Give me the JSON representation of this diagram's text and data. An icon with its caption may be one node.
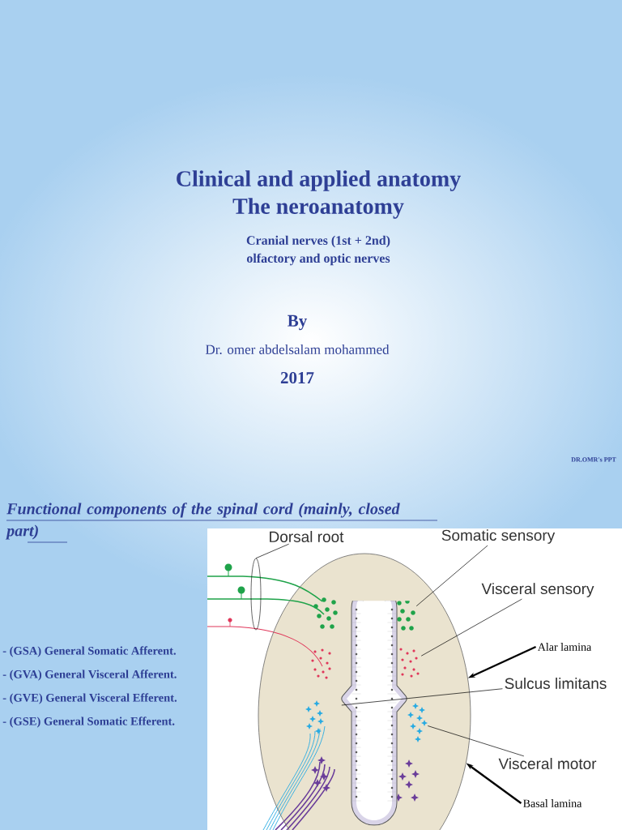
{
  "diagram": {
    "title": "Clinical and applied anatomy The neroanatomy",
    "nodes": [
      {
        "text": [
          "Dorsal root"
        ]
      },
      {
        "text": [
          "Somatic sensory"
        ]
      },
      {
        "text": [
          "Visceral sensory"
        ]
      },
      {
        "text": [
          "Alar lamina"
        ]
      },
      {
        "text": [
          "Sulcus limitans"
        ]
      },
      {
        "text": [
          "Visceral motor"
        ]
      },
      {
        "text": [
          "Basal lamina"
        ]
      },
      {
        "text": [],
        "shape": "ellipse"
      },
      {
        "text": [],
        "shape": "ellipse"
      },
      {
        "text": [],
        "shape": "picture",
        "in": 7
      },
      {
        "text": [],
        "shape": "picture",
        "in": 7
      },
      {
        "text": [],
        "shape": "picture",
        "in": 7
      },
      {
        "text": [],
        "shape": "picture",
        "in": 7
      }
    ],
    "edges": [
      {
        "from": 0,
        "to": 8,
        "arrow": "none"
      },
      {
        "from": 1,
        "to": 9,
        "arrow": "none"
      },
      {
        "from": 2,
        "to": 10,
        "arrow": "none"
      },
      {
        "from": 3,
        "to": 7,
        "arrow": "to",
        "style": "thick"
      },
      {
        "from": 4,
        "to": 11,
        "arrow": "none"
      },
      {
        "from": 5,
        "to": 12,
        "arrow": "none"
      },
      {
        "from": 6,
        "to": 7,
        "arrow": "to",
        "style": "thick"
      }
    ],
    "labels": [
      "Cranial nerves (1st + 2nd)",
      "olfactory and optic nerves",
      "By",
      "Dr. omer abdelsalam mohammed",
      "2017",
      "DR.OMR's PPT",
      "Functional components of the spinal cord (mainly, closed part)",
      "- (GSA) General Somatic Afferent.",
      "- (GVA) General Visceral Afferent.",
      "- (GVE) General Visceral Efferent.",
      "- (GSE) General Somatic Efferent."
    ]
  }
}
